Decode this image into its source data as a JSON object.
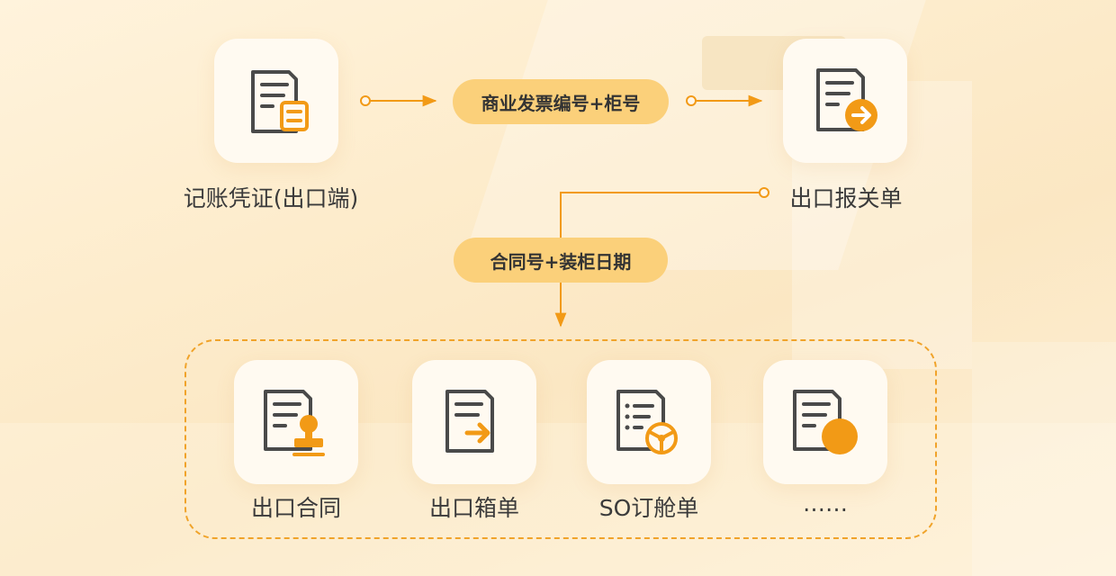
{
  "nodes": {
    "voucher": {
      "label": "记账凭证(出口端)"
    },
    "declaration": {
      "label": "出口报关单"
    },
    "contract": {
      "label": "出口合同"
    },
    "packing_list": {
      "label": "出口箱单"
    },
    "so_booking": {
      "label": "SO订舱单"
    },
    "more": {
      "label": "……"
    }
  },
  "edges": [
    {
      "from": "voucher",
      "to": "declaration",
      "label": "商业发票编号+柜号"
    },
    {
      "from": "declaration",
      "to": "document_group",
      "label": "合同号+装柜日期"
    }
  ],
  "colors": {
    "accent": "#f29a16",
    "pill": "#fbd07a",
    "icon_stroke": "#4a4a4a",
    "group_border": "#f0a32a"
  },
  "icons": {
    "voucher": "document-ticket-icon",
    "declaration": "document-arrow-circle-icon",
    "contract": "document-stamp-icon",
    "packing_list": "document-arrow-icon",
    "so_booking": "document-ship-wheel-icon",
    "more": "document-dot-icon"
  }
}
